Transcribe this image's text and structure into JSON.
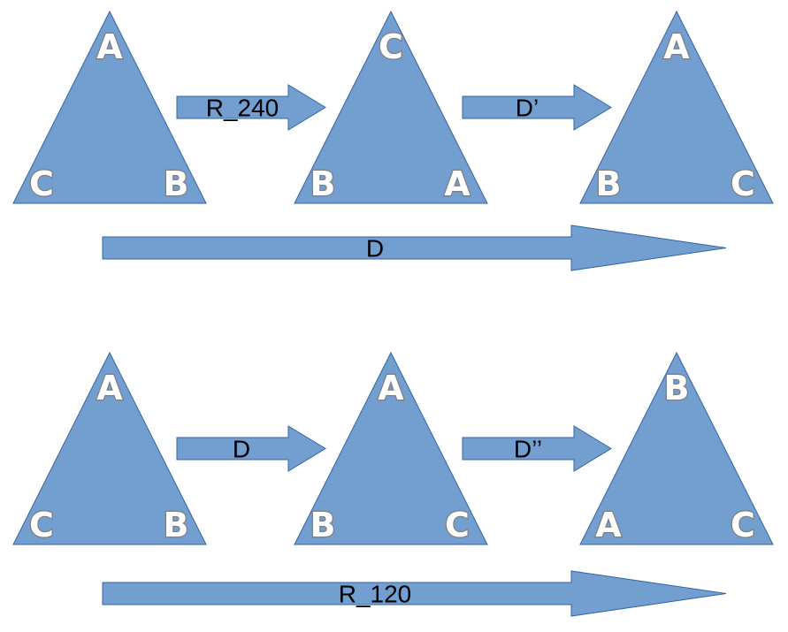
{
  "colors": {
    "shape_fill": "#729fcf",
    "shape_stroke": "#3465a4",
    "vertex_text": "#ffffff",
    "vertex_outline": "#7f7f7f",
    "arrow_text": "#000000"
  },
  "rows": [
    {
      "triangles": [
        {
          "top": "A",
          "bottom_left": "C",
          "bottom_right": "B"
        },
        {
          "top": "C",
          "bottom_left": "B",
          "bottom_right": "A"
        },
        {
          "top": "A",
          "bottom_left": "B",
          "bottom_right": "C"
        }
      ],
      "step_arrows": [
        "R_240",
        "D’"
      ],
      "composite_arrow": "D"
    },
    {
      "triangles": [
        {
          "top": "A",
          "bottom_left": "C",
          "bottom_right": "B"
        },
        {
          "top": "A",
          "bottom_left": "B",
          "bottom_right": "C"
        },
        {
          "top": "B",
          "bottom_left": "A",
          "bottom_right": "C"
        }
      ],
      "step_arrows": [
        "D",
        "D’’"
      ],
      "composite_arrow": "R_120"
    }
  ]
}
